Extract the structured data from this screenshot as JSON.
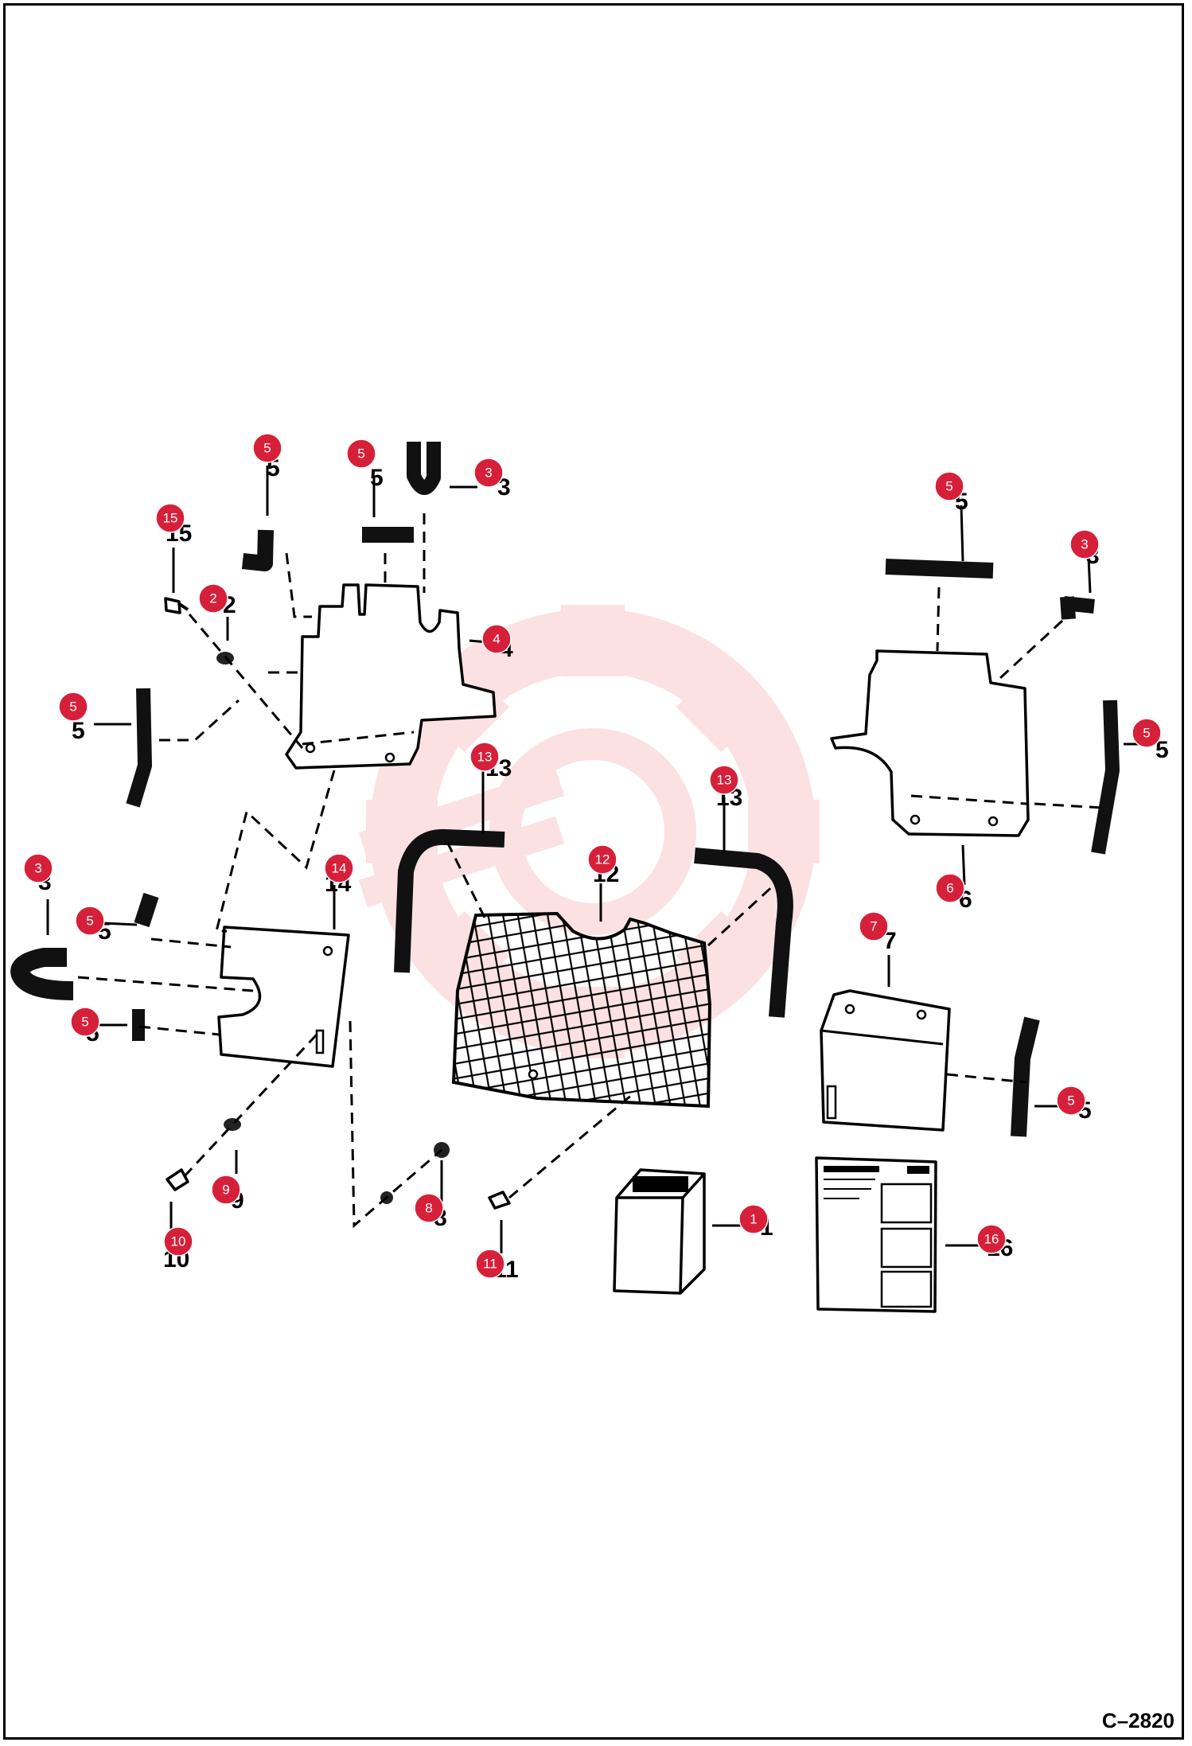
{
  "drawing_code": "C–2820",
  "watermark": {
    "color": "#e8202a"
  },
  "callouts": [
    {
      "id": "c1",
      "number": "1"
    },
    {
      "id": "c2",
      "number": "2"
    },
    {
      "id": "c3a",
      "number": "3"
    },
    {
      "id": "c3b",
      "number": "3"
    },
    {
      "id": "c3c",
      "number": "3"
    },
    {
      "id": "c4",
      "number": "4"
    },
    {
      "id": "c5a",
      "number": "5"
    },
    {
      "id": "c5b",
      "number": "5"
    },
    {
      "id": "c5c",
      "number": "5"
    },
    {
      "id": "c5d",
      "number": "5"
    },
    {
      "id": "c5e",
      "number": "5"
    },
    {
      "id": "c5f",
      "number": "5"
    },
    {
      "id": "c5g",
      "number": "5"
    },
    {
      "id": "c5h",
      "number": "5"
    },
    {
      "id": "c6",
      "number": "6"
    },
    {
      "id": "c7",
      "number": "7"
    },
    {
      "id": "c8",
      "number": "8"
    },
    {
      "id": "c9",
      "number": "9"
    },
    {
      "id": "c10",
      "number": "10"
    },
    {
      "id": "c11",
      "number": "11"
    },
    {
      "id": "c12",
      "number": "12"
    },
    {
      "id": "c13a",
      "number": "13"
    },
    {
      "id": "c13b",
      "number": "13"
    },
    {
      "id": "c14",
      "number": "14"
    },
    {
      "id": "c15",
      "number": "15"
    },
    {
      "id": "c16",
      "number": "16"
    }
  ],
  "badge_color": "#d6203a"
}
